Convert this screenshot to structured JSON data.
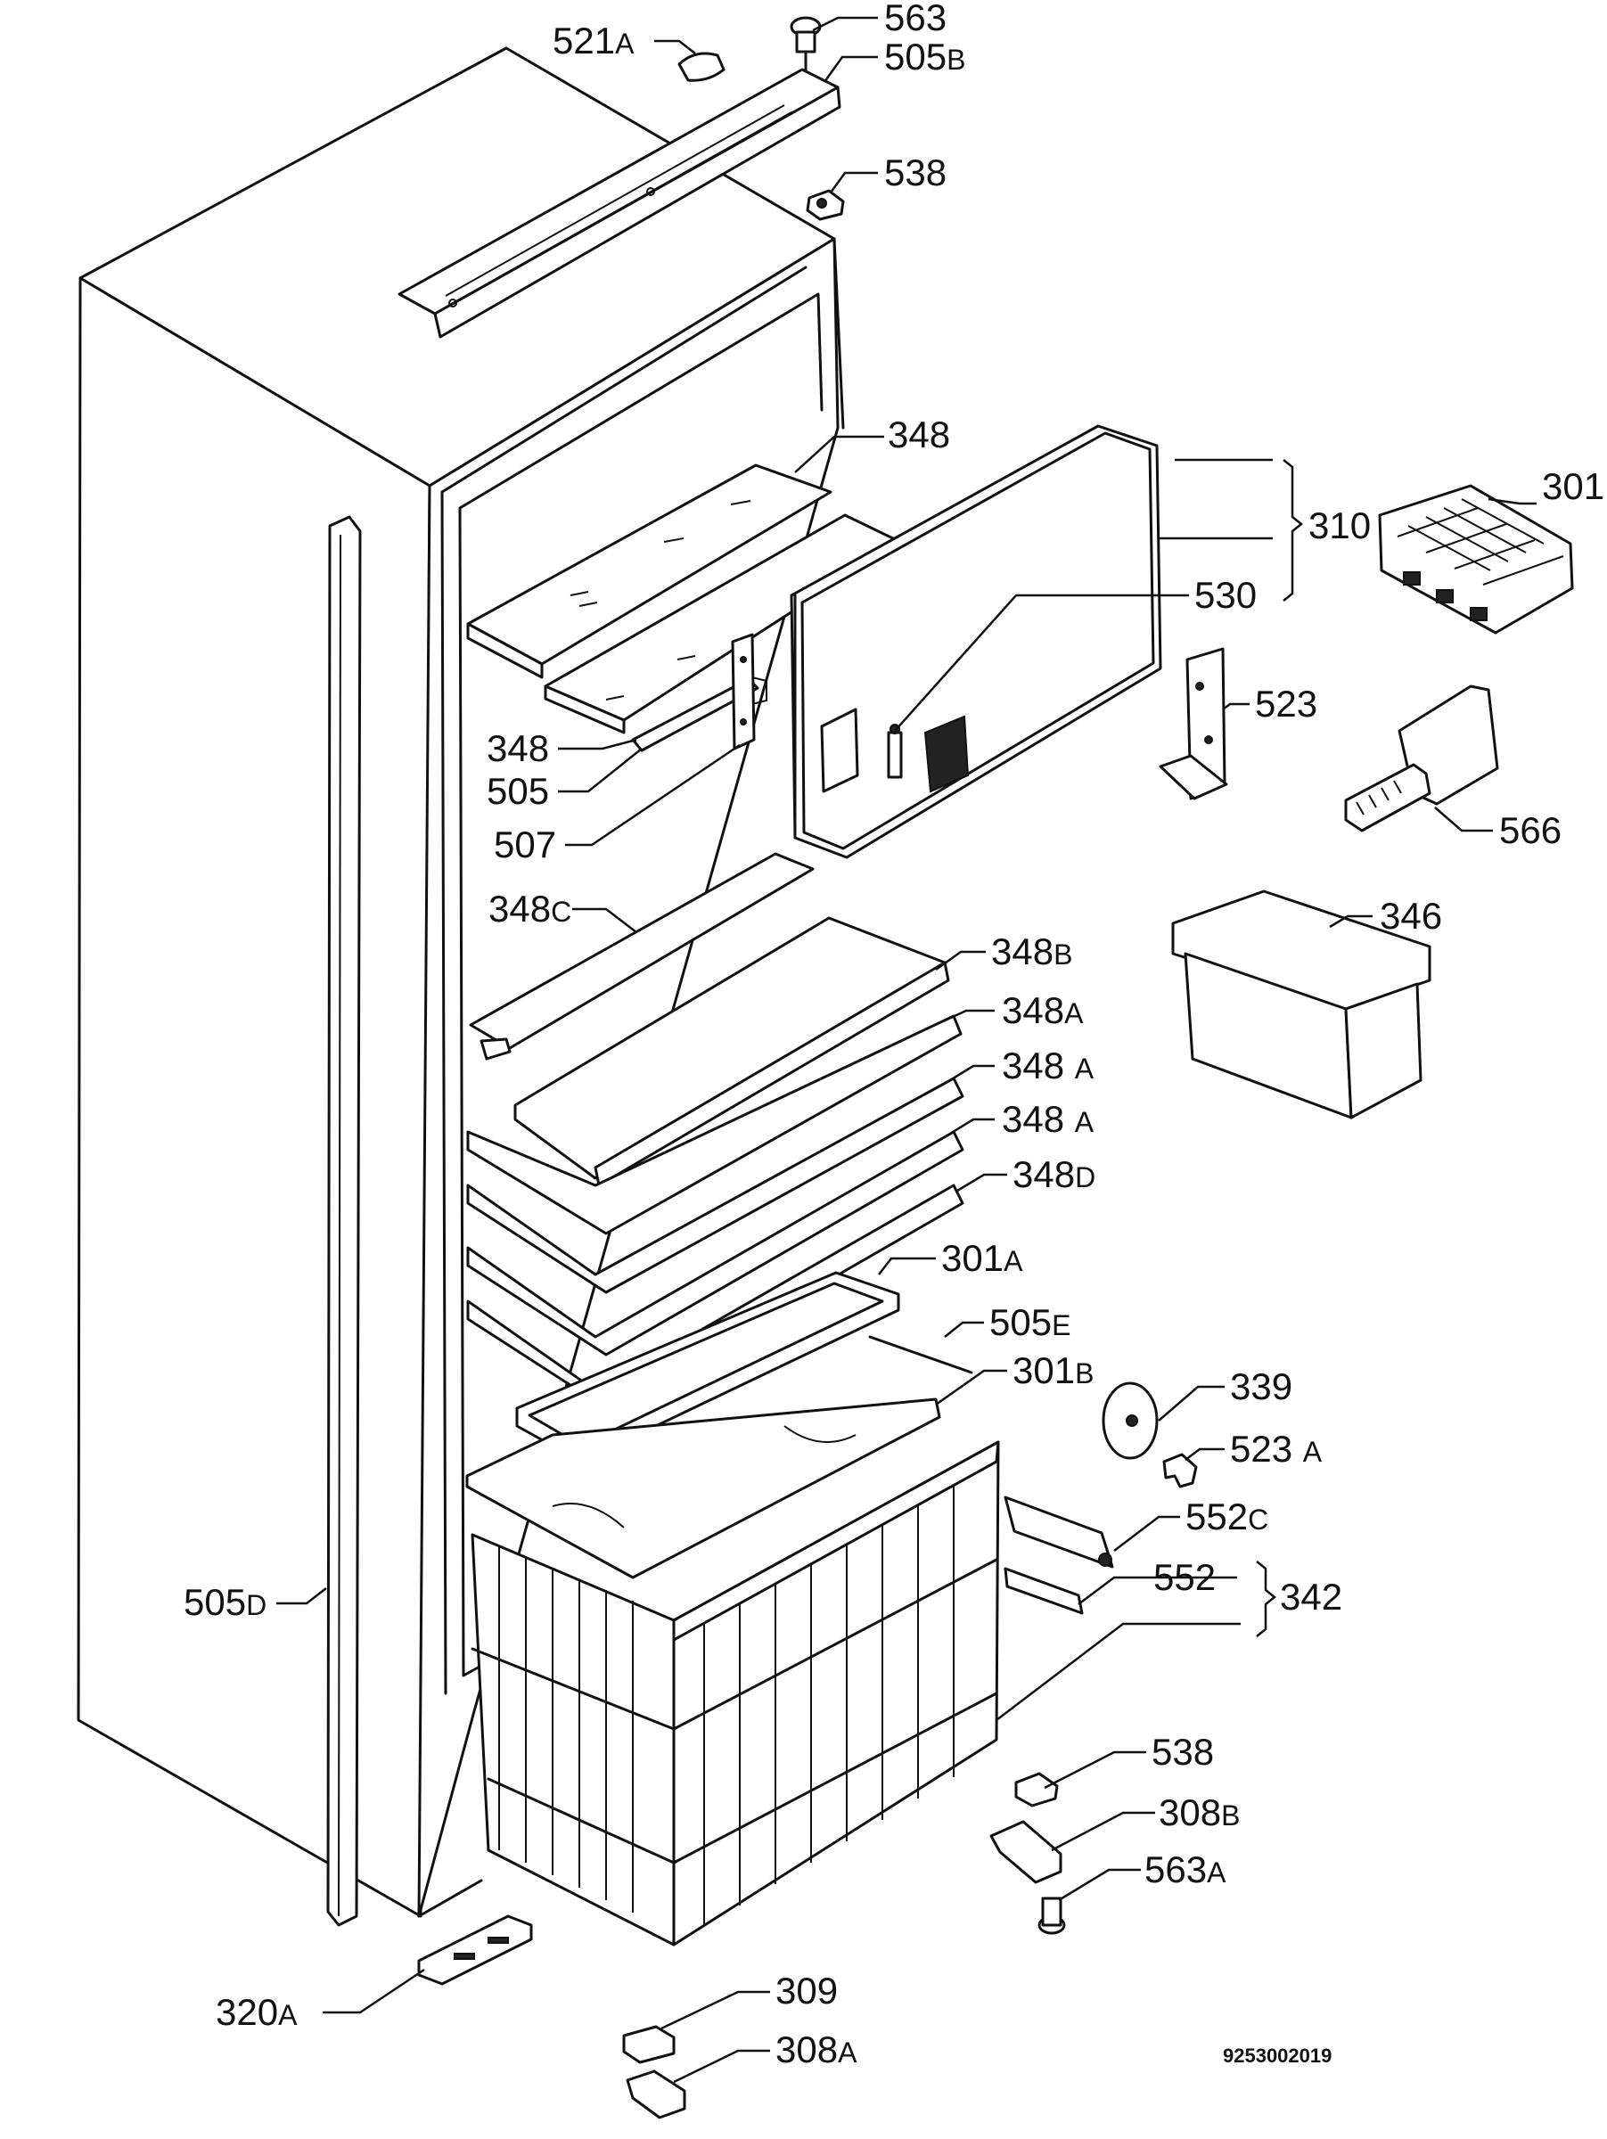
{
  "labels": {
    "l521A": {
      "num": "521",
      "suf": "A"
    },
    "l563": {
      "num": "563",
      "suf": ""
    },
    "l505B": {
      "num": "505",
      "suf": "B"
    },
    "l538a": {
      "num": "538",
      "suf": ""
    },
    "l348a": {
      "num": "348",
      "suf": ""
    },
    "l310": {
      "num": "310",
      "suf": ""
    },
    "l301": {
      "num": "301",
      "suf": ""
    },
    "l530": {
      "num": "530",
      "suf": ""
    },
    "l523": {
      "num": "523",
      "suf": ""
    },
    "l348b": {
      "num": "348",
      "suf": ""
    },
    "l505": {
      "num": "505",
      "suf": ""
    },
    "l507": {
      "num": "507",
      "suf": ""
    },
    "l566": {
      "num": "566",
      "suf": ""
    },
    "l348C": {
      "num": "348",
      "suf": "C"
    },
    "l346": {
      "num": "346",
      "suf": ""
    },
    "l348B": {
      "num": "348",
      "suf": "B"
    },
    "l348A1": {
      "num": "348",
      "suf": "A"
    },
    "l348A2": {
      "num": "348",
      "suf": "A"
    },
    "l348A3": {
      "num": "348",
      "suf": "A"
    },
    "l348D": {
      "num": "348",
      "suf": "D"
    },
    "l301A": {
      "num": "301",
      "suf": "A"
    },
    "l505E": {
      "num": "505",
      "suf": "E"
    },
    "l301B": {
      "num": "301",
      "suf": "B"
    },
    "l339": {
      "num": "339",
      "suf": ""
    },
    "l523A": {
      "num": "523",
      "suf": "A"
    },
    "l552C": {
      "num": "552",
      "suf": "C"
    },
    "l505D": {
      "num": "505",
      "suf": "D"
    },
    "l552": {
      "num": "552",
      "suf": ""
    },
    "l342": {
      "num": "342",
      "suf": ""
    },
    "l538b": {
      "num": "538",
      "suf": ""
    },
    "l308B": {
      "num": "308",
      "suf": "B"
    },
    "l563A": {
      "num": "563",
      "suf": "A"
    },
    "l309": {
      "num": "309",
      "suf": ""
    },
    "l320A": {
      "num": "320",
      "suf": "A"
    },
    "l308A": {
      "num": "308",
      "suf": "A"
    }
  },
  "document_code": "9253002019"
}
